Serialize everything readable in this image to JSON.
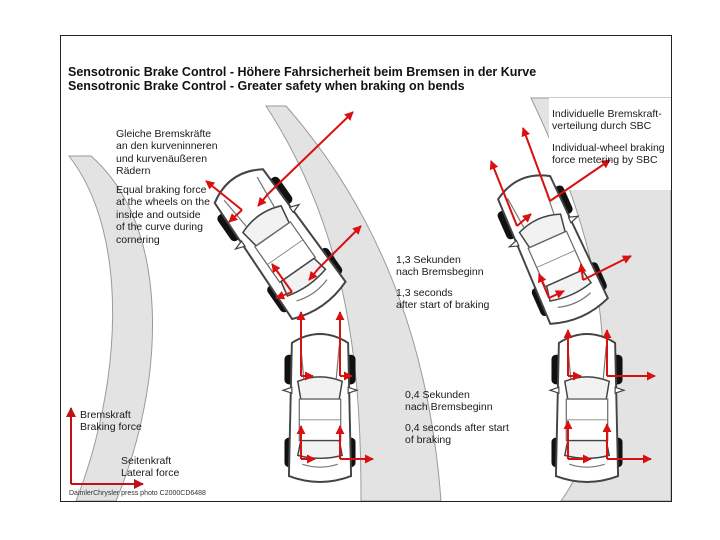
{
  "title": {
    "de": "Sensotronic Brake Control - Höhere Fahrsicherheit beim Bremsen in der Kurve",
    "en": "Sensotronic Brake Control - Greater safety when braking on bends"
  },
  "labels": {
    "equal_de": "Gleiche Bremskräfte\nan den kurveninneren\nund kurvenäußeren\nRädern",
    "equal_en": "Equal braking force\nat the wheels on the\ninside and outside\nof the curve during\ncornering",
    "individual_de": "Individuelle Bremskraft-\nverteilung durch SBC",
    "individual_en": "Individual-wheel braking\nforce metering by SBC",
    "t13_de": "1,3 Sekunden\nnach Bremsbeginn",
    "t13_en": "1,3 seconds\nafter start of braking",
    "t04_de": "0,4 Sekunden\nnach Bremsbeginn",
    "t04_en": "0,4 seconds after start\nof braking",
    "axis_y": "Bremskraft\nBraking force",
    "axis_x": "Seitenkraft\nLateral force",
    "credit": "DaimlerChrysler press photo C2000CD6488"
  },
  "colors": {
    "arrow": "#d91010",
    "road": "#e3e3e3",
    "road_edge": "#9a9a9a",
    "car_body": "#ffffff",
    "car_line": "#444444",
    "tire": "#111111"
  }
}
